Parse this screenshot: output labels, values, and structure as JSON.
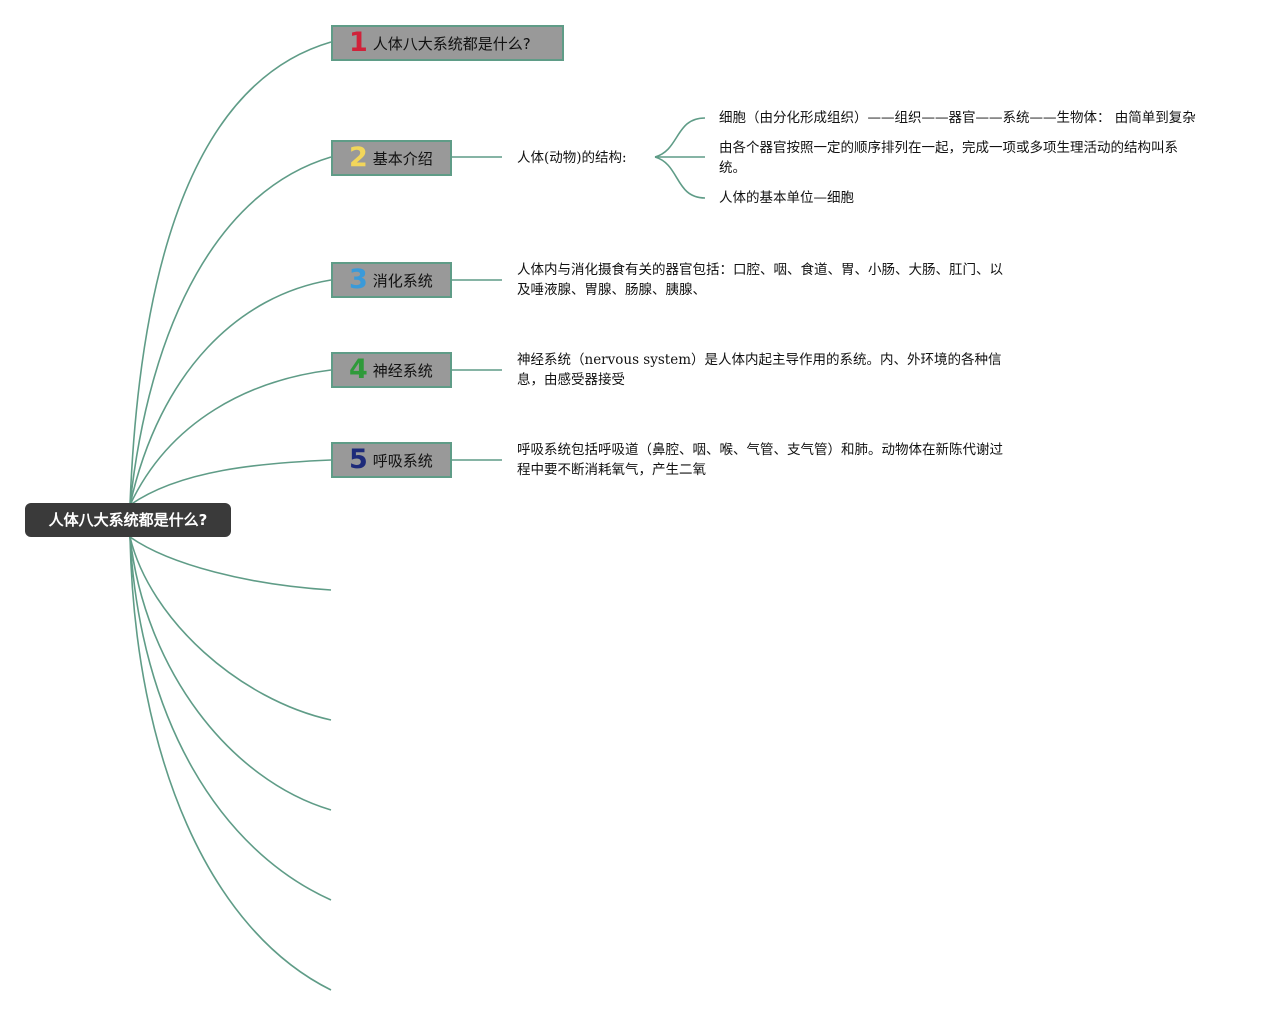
{
  "root": {
    "label": "人体八大系统都是什么?"
  },
  "topics": [
    {
      "number": "1",
      "label": "人体八大系统都是什么?",
      "color": "#d0223a"
    },
    {
      "number": "2",
      "label": "基本介绍",
      "color": "#f2d65a"
    },
    {
      "number": "3",
      "label": "消化系统",
      "color": "#3a9ad9"
    },
    {
      "number": "4",
      "label": "神经系统",
      "color": "#2f9a3a"
    },
    {
      "number": "5",
      "label": "呼吸系统",
      "color": "#1d2a7a"
    }
  ],
  "intro": {
    "label": "人体(动物)的结构:",
    "children": [
      "细胞（由分化形成组织）——组织——器官——系统——生物体： 由简单到复杂",
      "由各个器官按照一定的顺序排列在一起，完成一项或多项生理活动的结构叫系统。",
      "人体的基本单位—细胞"
    ]
  },
  "digestive": {
    "text": "人体内与消化摄食有关的器官包括：口腔、咽、食道、胃、小肠、大肠、肛门、以及唾液腺、胃腺、肠腺、胰腺、"
  },
  "nervous": {
    "text": "神经系统（nervous system）是人体内起主导作用的系统。内、外环境的各种信息，由感受器接受"
  },
  "respiratory": {
    "text": "呼吸系统包括呼吸道（鼻腔、咽、喉、气管、支气管）和肺。动物体在新陈代谢过程中要不断消耗氧气，产生二氧"
  },
  "colors": {
    "connector": "#5f9c87",
    "root_bg": "#3a3a3a",
    "topic_bg": "#999999"
  }
}
